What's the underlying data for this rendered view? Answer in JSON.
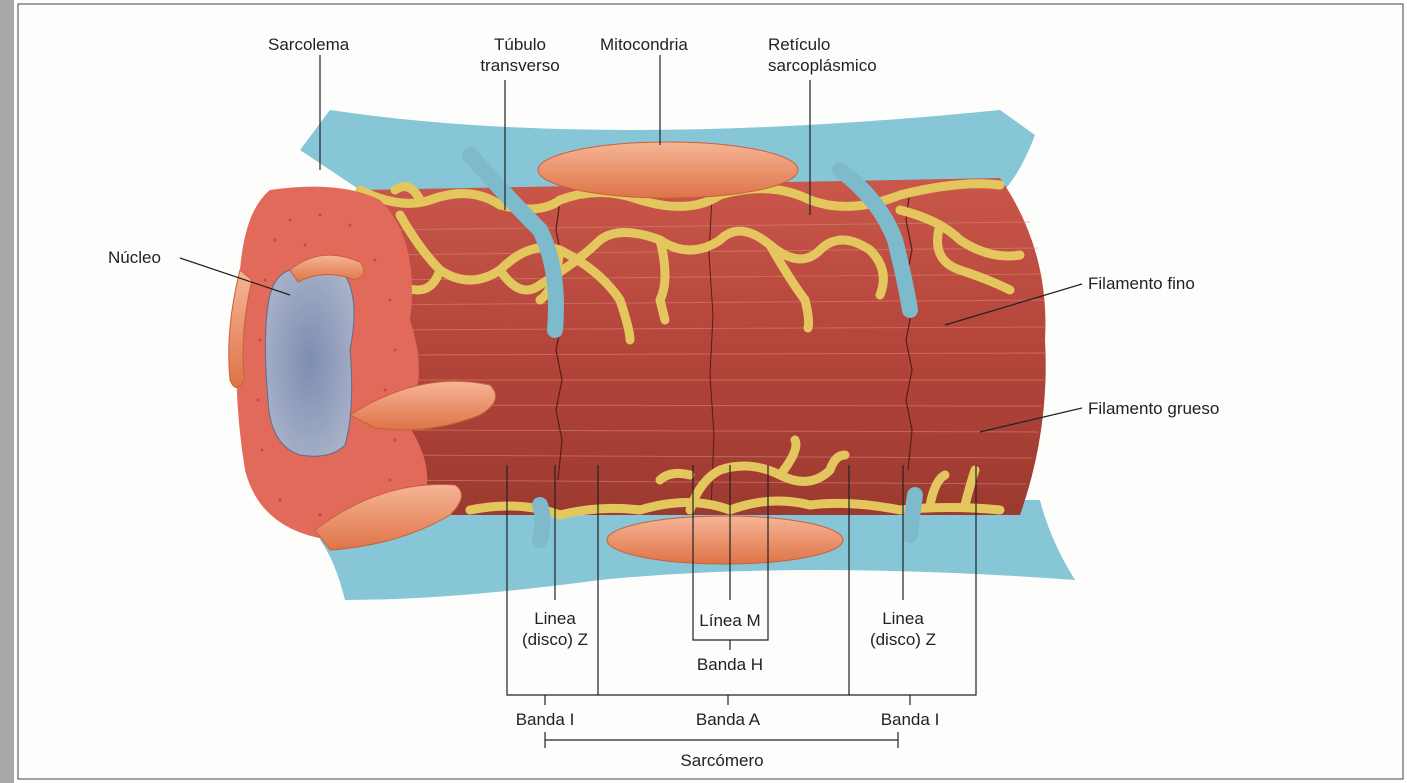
{
  "labels": {
    "sarcolema": "Sarcolema",
    "tubulo_1": "Túbulo",
    "tubulo_2": "transverso",
    "mitocondria": "Mitocondria",
    "reticulo_1": "Retículo",
    "reticulo_2": "sarcoplásmico",
    "nucleo": "Núcleo",
    "filamento_fino": "Filamento fino",
    "filamento_grueso": "Filamento grueso",
    "linea_z_left_1": "Linea",
    "linea_z_left_2": "(disco) Z",
    "linea_m": "Línea M",
    "banda_h": "Banda H",
    "linea_z_right_1": "Linea",
    "linea_z_right_2": "(disco) Z",
    "banda_i_left": "Banda I",
    "banda_a": "Banda A",
    "banda_i_right": "Banda I",
    "sarcomero": "Sarcómero"
  },
  "colors": {
    "muscle": "#b8473a",
    "muscle_dark": "#8e2f26",
    "sarcolemma": "#7fc3d3",
    "reticulum": "#e2c35a",
    "mitochondria": "#e98a5e",
    "nucleus": "#8b9cba",
    "cross_section": "#e06b5d"
  }
}
